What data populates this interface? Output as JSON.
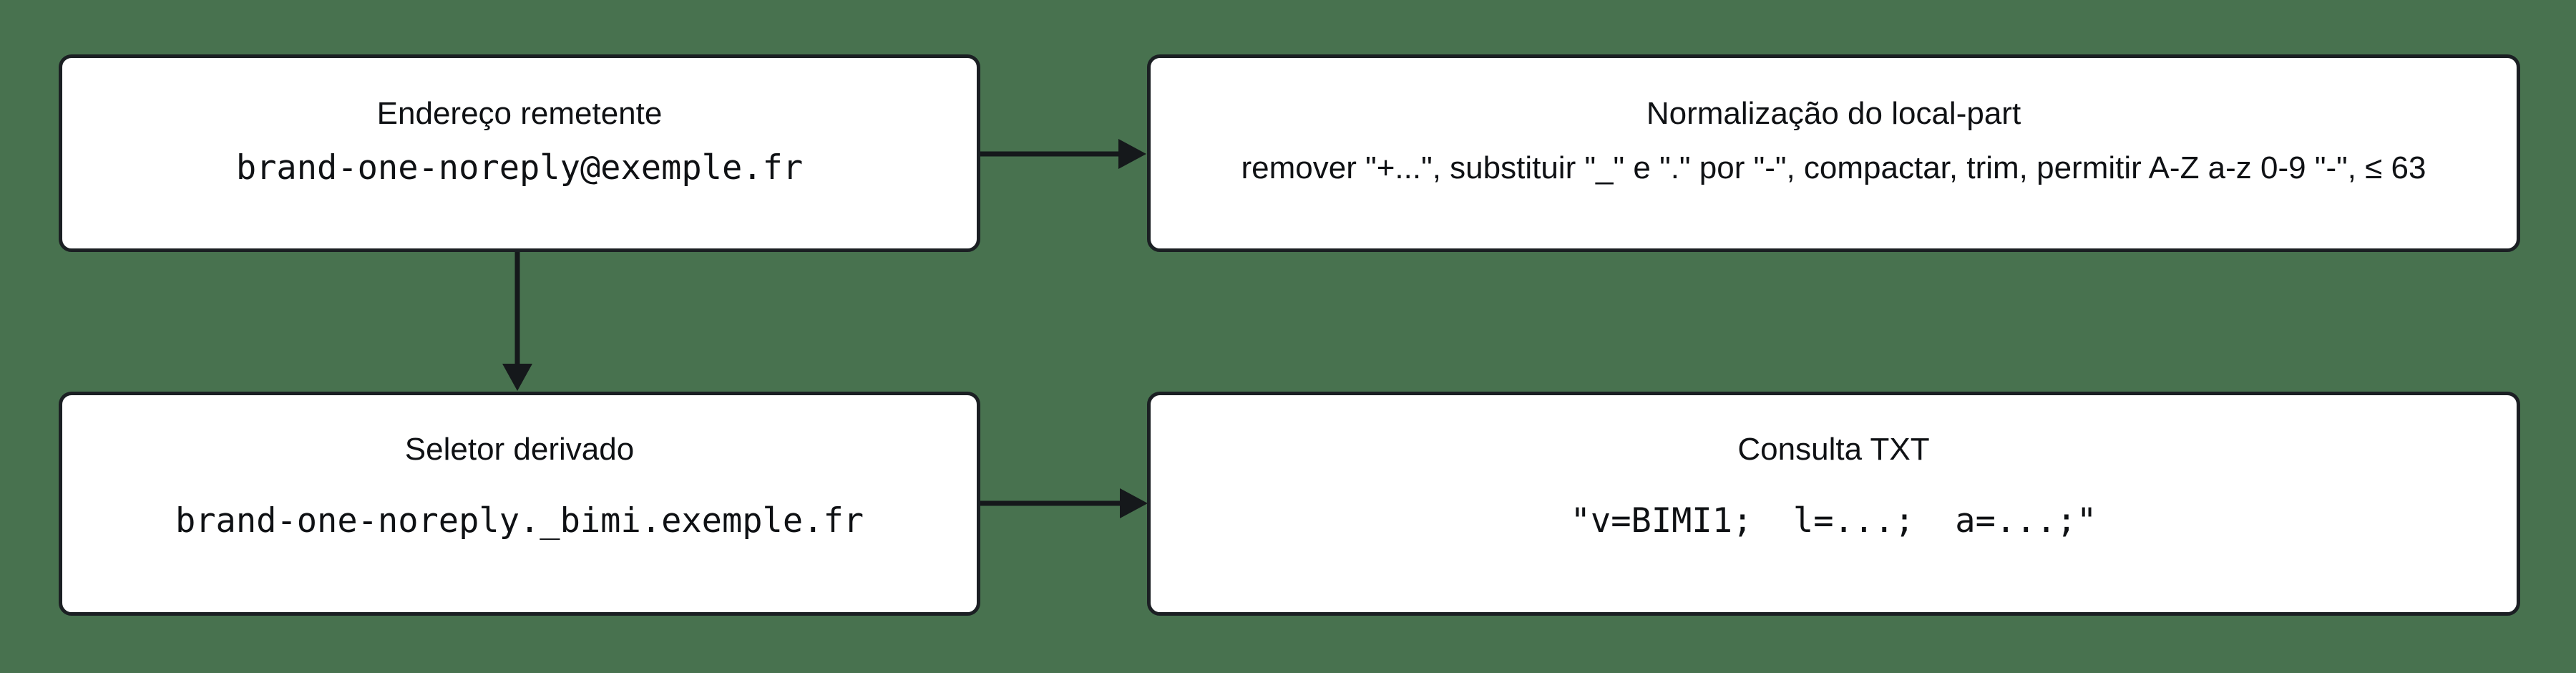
{
  "background": "#48724f",
  "palette": {
    "node_fill": "#ffffff",
    "node_border": "#1b1f23",
    "arrow": "#15181b",
    "text": "#0f1114"
  },
  "nodes": [
    {
      "id": "endereco-remetente",
      "title": "Endereço remetente",
      "body": "brand-one-noreply@exemple.fr",
      "body_style": "mono"
    },
    {
      "id": "normalizacao-local-part",
      "title": "Normalização do local-part",
      "body": "remover \"+...\", substituir \"_\" e \".\" por \"-\", compactar, trim, permitir A-Z a-z 0-9 \"-\", ≤ 63",
      "body_style": "sans"
    },
    {
      "id": "seletor-derivado",
      "title": "Seletor derivado",
      "body": "brand-one-noreply._bimi.exemple.fr",
      "body_style": "mono"
    },
    {
      "id": "consulta-txt",
      "title": "Consulta TXT",
      "body": "\"v=BIMI1;  l=...;  a=...;\"",
      "body_style": "mono"
    }
  ],
  "edges": [
    {
      "from": "endereco-remetente",
      "to": "normalizacao-local-part",
      "direction": "right"
    },
    {
      "from": "endereco-remetente",
      "to": "seletor-derivado",
      "direction": "down"
    },
    {
      "from": "seletor-derivado",
      "to": "consulta-txt",
      "direction": "right"
    }
  ]
}
